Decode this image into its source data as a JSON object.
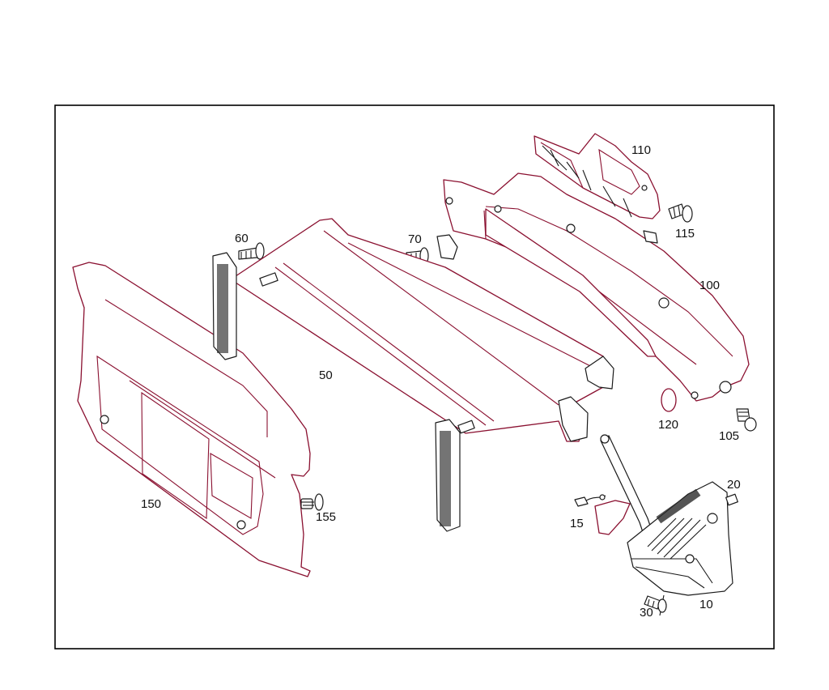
{
  "diagram": {
    "parts": [
      {
        "id": "p110",
        "label": "110"
      },
      {
        "id": "p115",
        "label": "115"
      },
      {
        "id": "p100",
        "label": "100"
      },
      {
        "id": "p60",
        "label": "60"
      },
      {
        "id": "p70",
        "label": "70"
      },
      {
        "id": "p50",
        "label": "50"
      },
      {
        "id": "p150",
        "label": "150"
      },
      {
        "id": "p155",
        "label": "155"
      },
      {
        "id": "p120",
        "label": "120"
      },
      {
        "id": "p105",
        "label": "105"
      },
      {
        "id": "p20",
        "label": "20"
      },
      {
        "id": "p15",
        "label": "15"
      },
      {
        "id": "p10",
        "label": "10"
      },
      {
        "id": "p30",
        "label": "30"
      }
    ]
  },
  "colors": {
    "part_outline": "#8a1030",
    "detail": "#1a1a1a",
    "frame": "#000000",
    "background": "#ffffff"
  }
}
